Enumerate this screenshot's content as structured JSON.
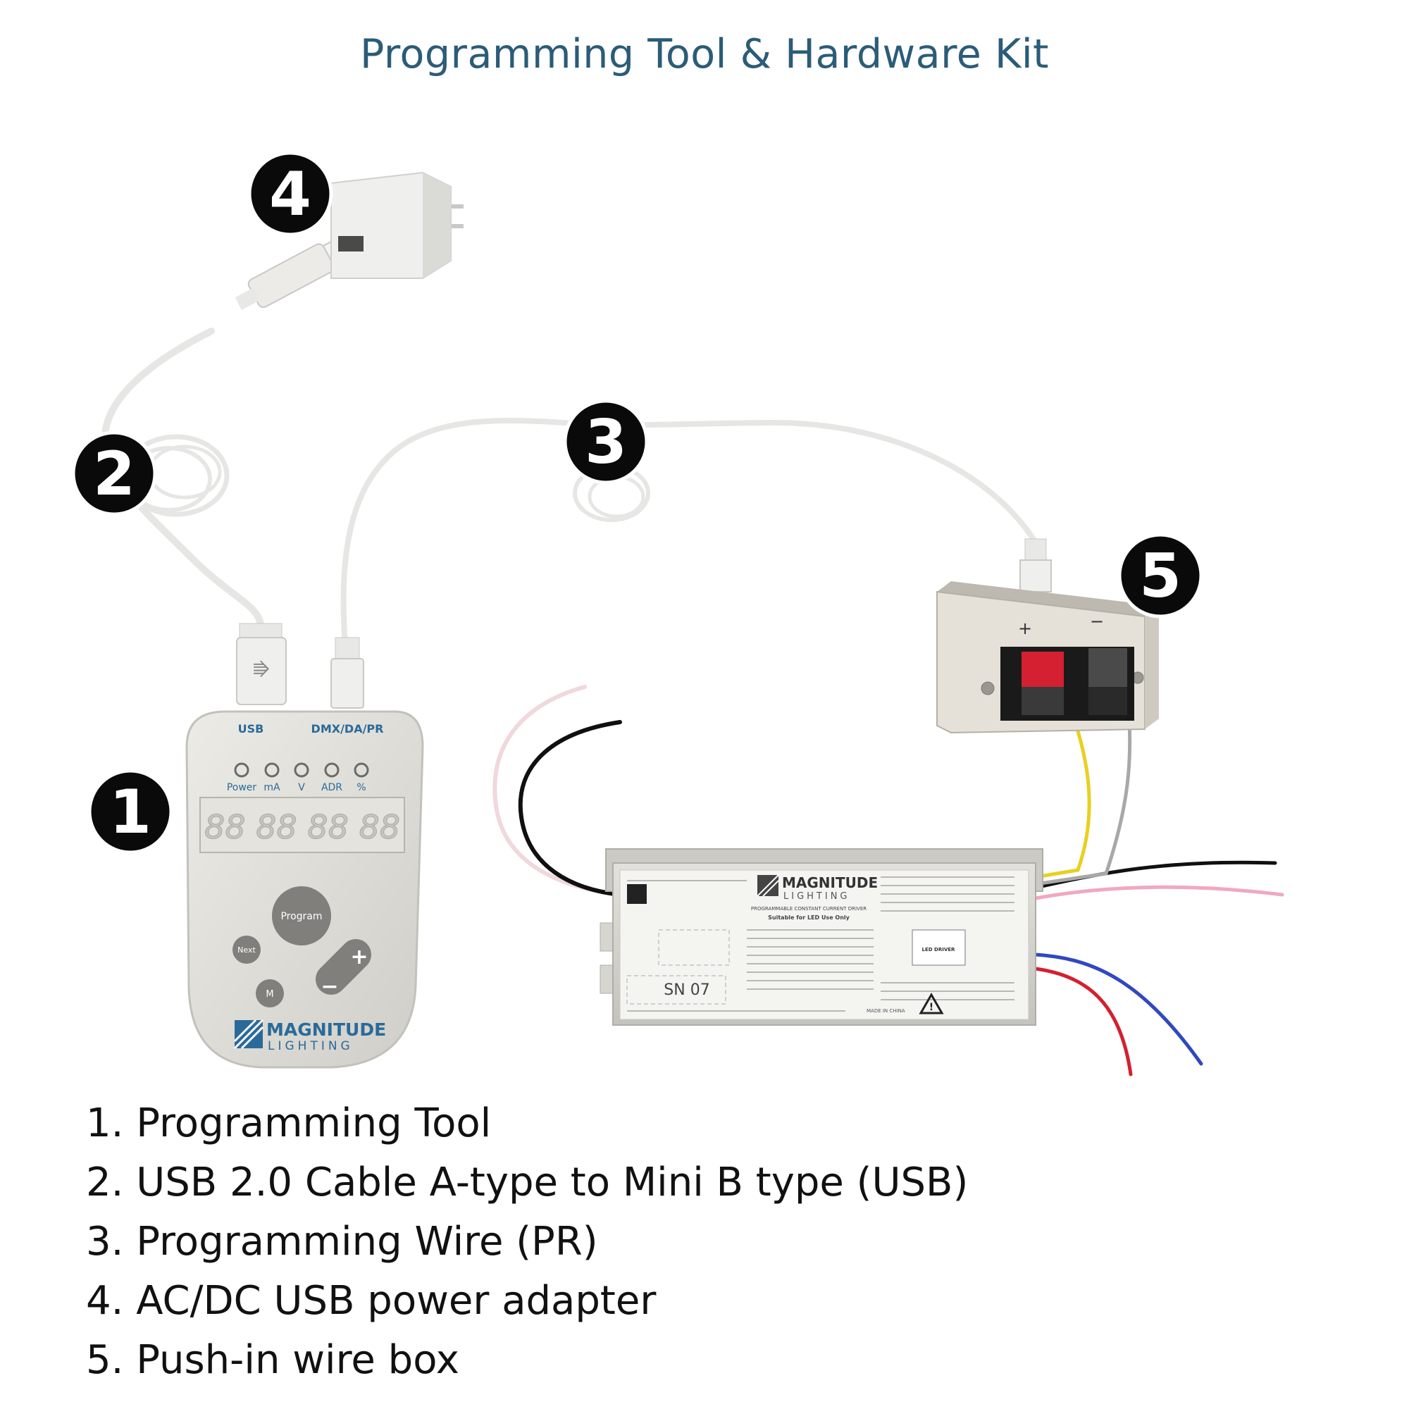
{
  "title": "Programming Tool & Hardware Kit",
  "colors": {
    "title": "#2b5c78",
    "badge": "#0a0a0a",
    "device_body": "#dddcd6",
    "device_label": "#2a6a9a",
    "wire_red": "#d42030",
    "wire_blue": "#3048c0",
    "wire_yellow": "#e8d020",
    "wire_gray": "#a8a8a8",
    "wire_pink": "#f0a8c0",
    "wire_black": "#101010"
  },
  "badges": [
    "1",
    "2",
    "3",
    "4",
    "5"
  ],
  "tool": {
    "port_usb": "USB",
    "port_dmx": "DMX/DA/PR",
    "leds": [
      "Power",
      "mA",
      "V",
      "ADR",
      "%"
    ],
    "digits": "88 88 88 88",
    "btn_program": "Program",
    "btn_next": "Next",
    "btn_m": "M",
    "btn_plus": "+",
    "btn_minus": "−",
    "brand_main": "MAGNITUDE",
    "brand_sub": "LIGHTING"
  },
  "wirebox": {
    "plus": "+",
    "minus": "−"
  },
  "driver": {
    "brand_main": "MAGNITUDE",
    "brand_sub": "LIGHTING",
    "subtitle": "PROGRAMMABLE CONSTANT CURRENT DRIVER",
    "suitable": "Suitable for LED Use Only",
    "sn": "SN 07",
    "box_label": "LED DRIVER",
    "made_in": "MADE IN CHINA"
  },
  "legend": [
    "1. Programming Tool",
    "2. USB 2.0 Cable A-type to Mini B type (USB)",
    "3. Programming Wire (PR)",
    "4. AC/DC USB power adapter",
    "5. Push-in wire box"
  ],
  "icons": [
    "usb-plug-icon",
    "wall-adapter-icon",
    "push-terminal-icon",
    "warning-triangle-icon",
    "brand-logo-icon"
  ]
}
